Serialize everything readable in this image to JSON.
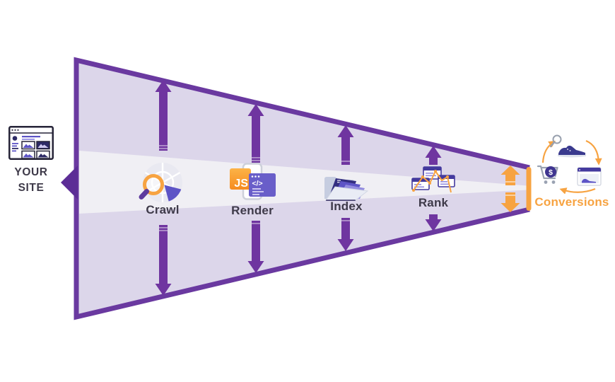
{
  "your_site": {
    "line1": "YOUR",
    "line2": "SITE"
  },
  "stages": [
    {
      "label": "Crawl"
    },
    {
      "label": "Render"
    },
    {
      "label": "Index"
    },
    {
      "label": "Rank"
    }
  ],
  "outcome": {
    "label": "Conversions"
  },
  "icon_text": {
    "js_badge": "JS",
    "code_tag": "</>",
    "coin_dollar": "$"
  },
  "icons": {
    "website_icon": "browser window with image thumbnails",
    "crawl_icon": "magnifying glass over pie wheel",
    "render_icon": "JS badge with phone and code window",
    "index_icon": "folder with documents",
    "rank_icon": "serp windows with zigzag chart",
    "conversions_icon": "search-product-cart cycle"
  },
  "colors": {
    "funnel_border": "#6a39a0",
    "funnel_fill": "#dcd6ea",
    "band_fill": "#f0eff4",
    "arrow_purple": "#6f35a0",
    "accent_orange": "#f7a341",
    "label_dark": "#3e3a49",
    "icon_indigo": "#5d54c6",
    "icon_navy": "#2d2a66"
  }
}
